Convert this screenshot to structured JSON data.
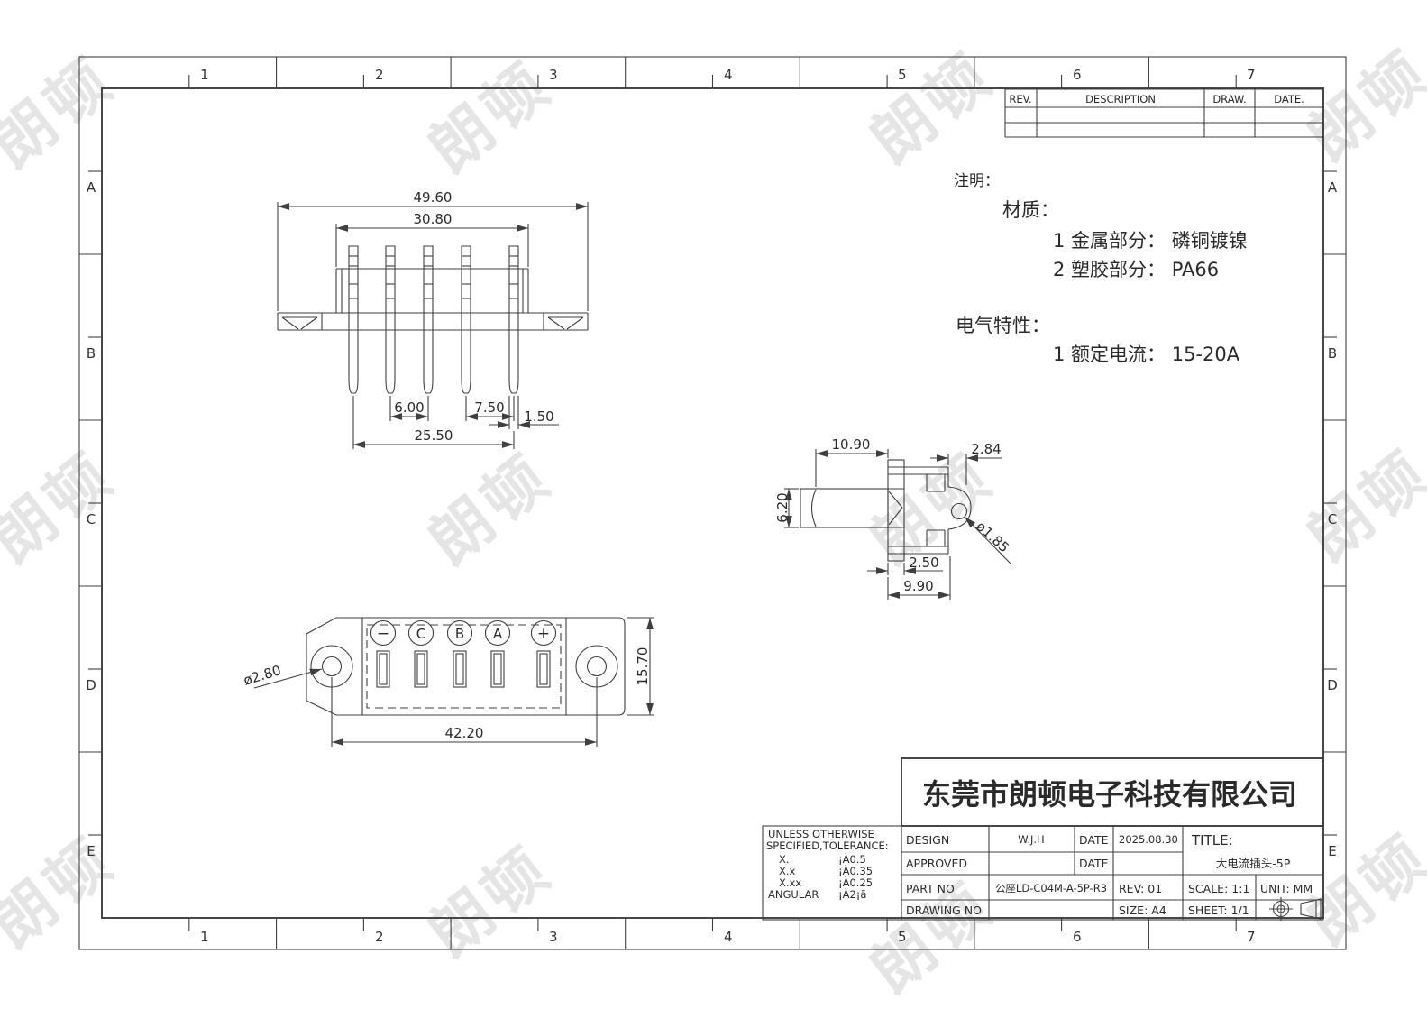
{
  "watermark": {
    "text": "朗顿"
  },
  "zones": {
    "cols": [
      "1",
      "2",
      "3",
      "4",
      "5",
      "6",
      "7"
    ],
    "rows": [
      "A",
      "B",
      "C",
      "D",
      "E"
    ]
  },
  "revision_table": {
    "rev_header": "REV.",
    "description_header": "DESCRIPTION",
    "draw_header": "DRAW.",
    "date_header": "DATE."
  },
  "notes": {
    "heading": "注明：",
    "material_title": "材质：",
    "material_item1": "1  金属部分： 磷铜镀镍",
    "material_item2": "2  塑胶部分： PA66",
    "electrical_title": "电气特性：",
    "electrical_item1": "1  额定电流： 15-20A"
  },
  "front_view": {
    "dim_overall": "49.60",
    "dim_body": "30.80",
    "dim_pitch": "6.00",
    "dim_pitch_last": "7.50",
    "dim_pin": "1.50",
    "dim_span": "25.50"
  },
  "side_view": {
    "dim_length": "10.90",
    "dim_tip": "2.84",
    "dim_dia": "6.20",
    "dim_hole": "ø1.85",
    "dim_flange": "2.50",
    "dim_total": "9.90"
  },
  "bottom_view": {
    "dim_hole": "ø2.80",
    "dim_span": "42.20",
    "dim_width": "15.70",
    "pin_labels": [
      "−",
      "C",
      "B",
      "A",
      "+"
    ]
  },
  "title_block": {
    "company": "东莞市朗顿电子科技有限公司",
    "tolerance": {
      "line1": "UNLESS OTHERWISE",
      "line2": "SPECIFIED,TOLERANCE:",
      "rows": [
        {
          "label": "X.",
          "value": "¡À0.5"
        },
        {
          "label": "X.x",
          "value": "¡À0.35"
        },
        {
          "label": "X.xx",
          "value": "¡À0.25"
        },
        {
          "label": "ANGULAR",
          "value": "¡À2¡ã"
        }
      ]
    },
    "design_label": "DESIGN",
    "design_value": "W.J.H",
    "date_label": "DATE",
    "date_value": "2025.08.30",
    "approved_label": "APPROVED",
    "date2_label": "DATE",
    "date2_value": "",
    "partno_label": "PART NO",
    "partno_value": "公座LD-C04M-A-5P-R3",
    "rev_value": "REV:  01",
    "drawingno_label": "DRAWING NO",
    "drawingno_value": "",
    "size_value": "SIZE: A4",
    "title_label": "TITLE:",
    "title_value": "大电流插头-5P",
    "scale_value": "SCALE: 1:1",
    "unit_value": "UNIT: MM",
    "sheet_value": "SHEET: 1/1"
  }
}
